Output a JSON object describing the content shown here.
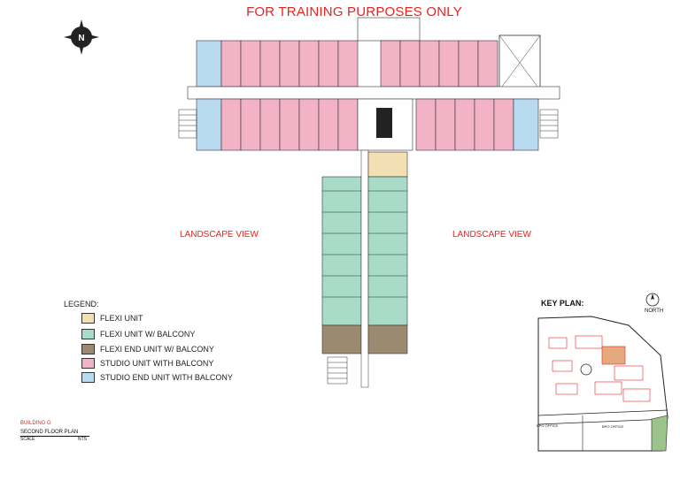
{
  "banner": "FOR TRAINING PURPOSES ONLY",
  "landscape_left": "LANDSCAPE VIEW",
  "landscape_right": "LANDSCAPE VIEW",
  "legend": {
    "title": "LEGEND:",
    "items": [
      {
        "label": "FLEXI UNIT",
        "color": "#f3dfb4"
      },
      {
        "label": "FLEXI UNIT W/ BALCONY",
        "color": "#a8dcc9"
      },
      {
        "label": "FLEXI END UNIT W/ BALCONY",
        "color": "#9b8a70"
      },
      {
        "label": "STUDIO UNIT WITH BALCONY",
        "color": "#f2b3c6"
      },
      {
        "label": "STUDIO END UNIT WITH BALCONY",
        "color": "#b9dbf2"
      }
    ]
  },
  "key_plan": {
    "title": "KEY PLAN:",
    "north": "NORTH",
    "labels": [
      "BPO OFFICE",
      "BPO OFFICE"
    ]
  },
  "building": "BUILDING G",
  "floor_name": "SECOND FLOOR PLAN",
  "scale_label": "SCALE",
  "scale_value": "NTS",
  "colors": {
    "accent_red": "#e8231f",
    "studio": "#f2b3c6",
    "studio_end": "#b9dbf2",
    "flexi": "#f3dfb4",
    "flexi_balcony": "#a8dcc9",
    "flexi_end": "#9b8a70"
  }
}
